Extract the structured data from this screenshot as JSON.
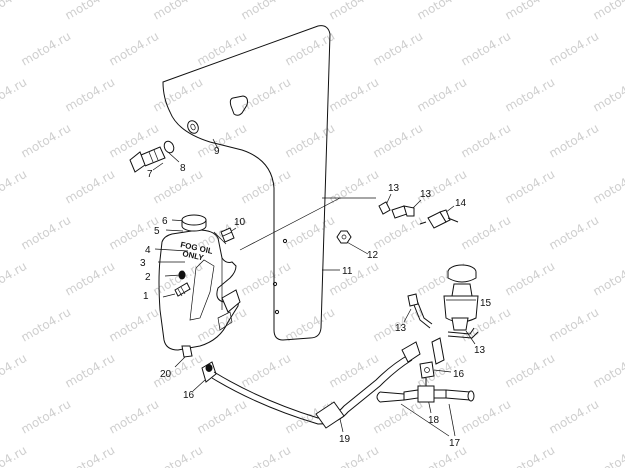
{
  "watermark": {
    "text": "moto4.ru"
  },
  "tank": {
    "line1": "FOG OIL",
    "line2": "ONLY"
  },
  "callouts": {
    "c1": "1",
    "c2": "2",
    "c3": "3",
    "c4": "4",
    "c5": "5",
    "c6": "6",
    "c7": "7",
    "c8": "8",
    "c9": "9",
    "c10": "10",
    "c11": "11",
    "c12": "12",
    "c13a": "13",
    "c13b": "13",
    "c13c": "13",
    "c13d": "13",
    "c14": "14",
    "c15": "15",
    "c16a": "16",
    "c16b": "16",
    "c17": "17",
    "c18": "18",
    "c19": "19",
    "c20": "20"
  }
}
